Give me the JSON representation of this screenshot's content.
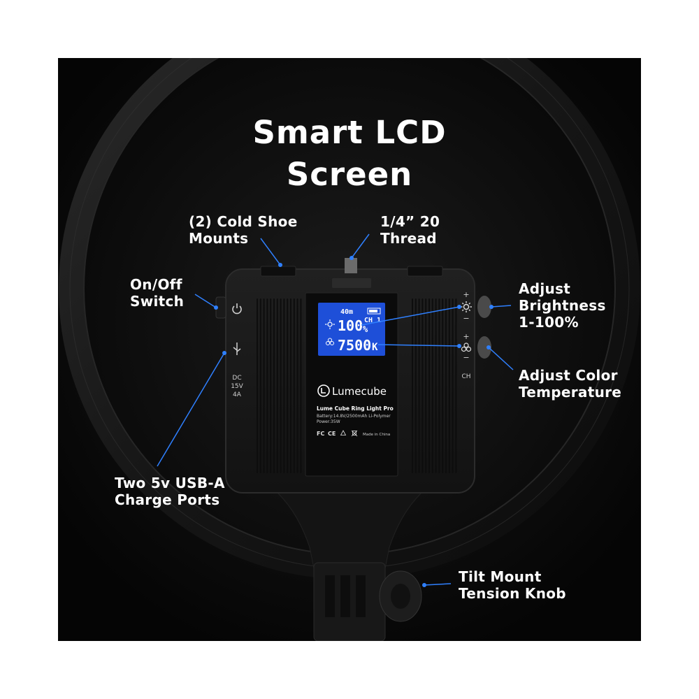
{
  "headline": {
    "line1": "Smart LCD",
    "line2": "Screen"
  },
  "callouts": {
    "cold_shoe": {
      "line1": "(2) Cold Shoe",
      "line2": "Mounts"
    },
    "thread": {
      "line1": "1/4” 20",
      "line2": "Thread"
    },
    "power_switch": {
      "line1": "On/Off",
      "line2": "Switch"
    },
    "brightness": {
      "line1": "Adjust",
      "line2": "Brightness",
      "line3": "1-100%"
    },
    "color_temp": {
      "line1": "Adjust Color",
      "line2": "Temperature"
    },
    "usb_ports": {
      "line1": "Two 5v  USB-A",
      "line2": "Charge Ports"
    },
    "tilt_knob": {
      "line1": "Tilt Mount",
      "line2": "Tension Knob"
    }
  },
  "lcd": {
    "time": "40m",
    "channel": "CH 1",
    "brightness": "100",
    "brightness_unit": "%",
    "temperature": "7500",
    "temperature_unit": "K"
  },
  "device": {
    "brand": "Lumecube",
    "model": "Lume Cube Ring Light Pro",
    "battery": "Battery:14.8V/2500mAh Li-Polymer",
    "power": "Power:35W",
    "origin": "Made in China",
    "cert_fc": "FC",
    "cert_ce": "CE",
    "dc_label": "DC",
    "dc_voltage": "15V",
    "dc_current": "4A",
    "ch_label": "CH",
    "plus_sign": "+",
    "minus_sign": "−"
  },
  "colors": {
    "lcd_blue": "#1e4fd8",
    "accent_blue": "#2f80ff",
    "background": "#000000"
  }
}
